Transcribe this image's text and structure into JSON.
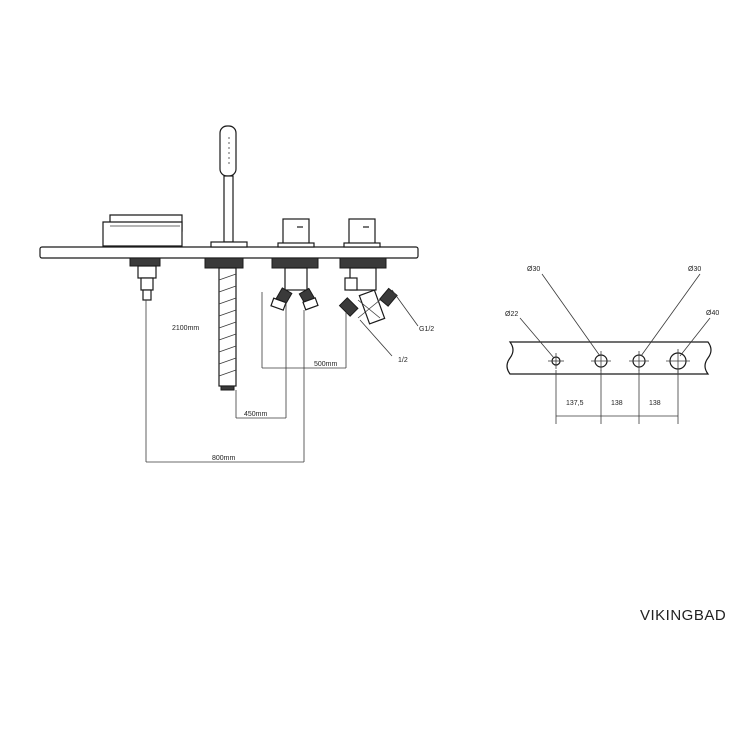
{
  "labels": {
    "hose_length": "2100mm",
    "dim_450": "450mm",
    "dim_500": "500mm",
    "dim_800": "800mm",
    "d1": "1/2",
    "d2": "G1/2"
  },
  "plate": {
    "diam_left": "Ø22",
    "diam_a": "Ø30",
    "diam_b": "Ø30",
    "diam_right": "Ø40",
    "dim_1": "137,5",
    "dim_2": "138",
    "dim_3": "138"
  },
  "brand": "VIKINGBAD"
}
